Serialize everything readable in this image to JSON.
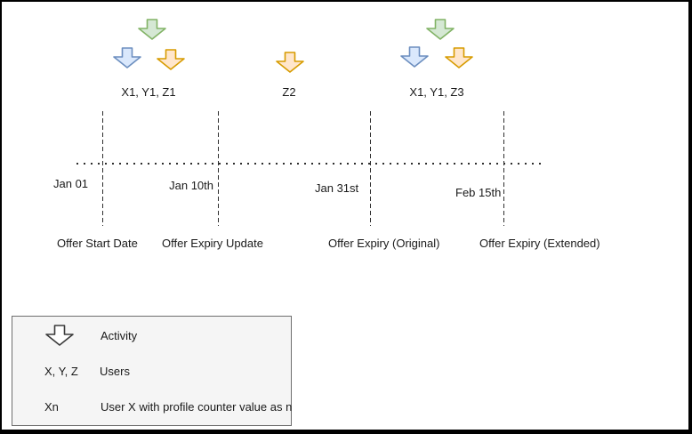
{
  "colors": {
    "green_fill": "#d5e8d4",
    "green_stroke": "#82b366",
    "blue_fill": "#dae8fc",
    "blue_stroke": "#6c8ebf",
    "orange_fill": "#ffe6cc",
    "orange_stroke": "#d79b00",
    "legend_icon_fill": "#ffffff",
    "legend_icon_stroke": "#3b3b3b"
  },
  "activities": [
    {
      "label": "X1, Y1, Z1",
      "arrows": [
        "blue",
        "green",
        "orange"
      ]
    },
    {
      "label": "Z2",
      "arrows": [
        "orange"
      ]
    },
    {
      "label": "X1, Y1, Z3",
      "arrows": [
        "blue",
        "green",
        "orange"
      ]
    }
  ],
  "timeline": {
    "events": [
      {
        "date": "Jan 01",
        "label": "Offer Start Date"
      },
      {
        "date": "Jan 10th",
        "label": "Offer Expiry Update"
      },
      {
        "date": "Jan 31st",
        "label": "Offer Expiry (Original)"
      },
      {
        "date": "Feb 15th",
        "label": "Offer Expiry (Extended)"
      }
    ]
  },
  "legend": {
    "activity_label": "Activity",
    "users_symbol": "X, Y, Z",
    "users_label": "Users",
    "counter_symbol": "Xn",
    "counter_label": "User X with profile counter value as n"
  }
}
